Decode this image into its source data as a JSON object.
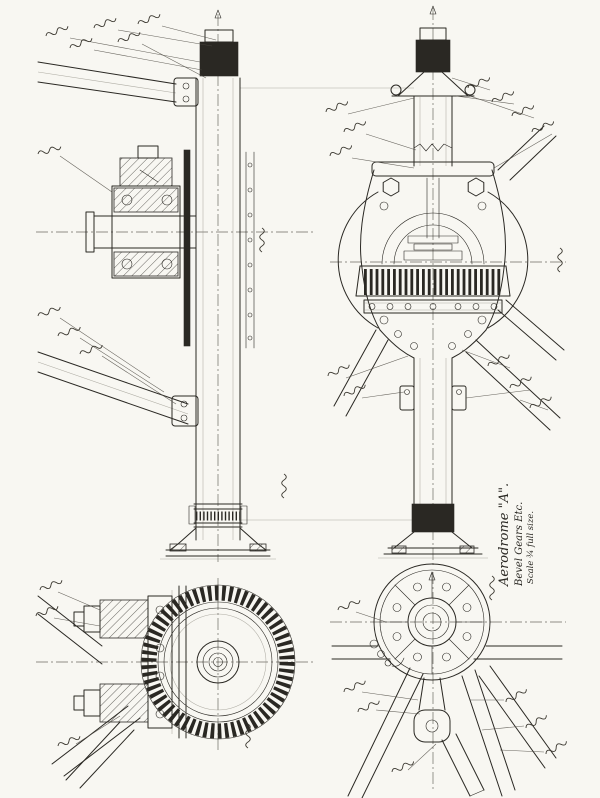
{
  "colors": {
    "paper": "#f8f7f2",
    "ink": "#2a2823",
    "faint": "#8f8c82"
  },
  "title_block": {
    "line1": "Aerodrome \"A\".",
    "line2": "Bevel Gears Etc.",
    "line3": "Scale ¾ full size."
  }
}
